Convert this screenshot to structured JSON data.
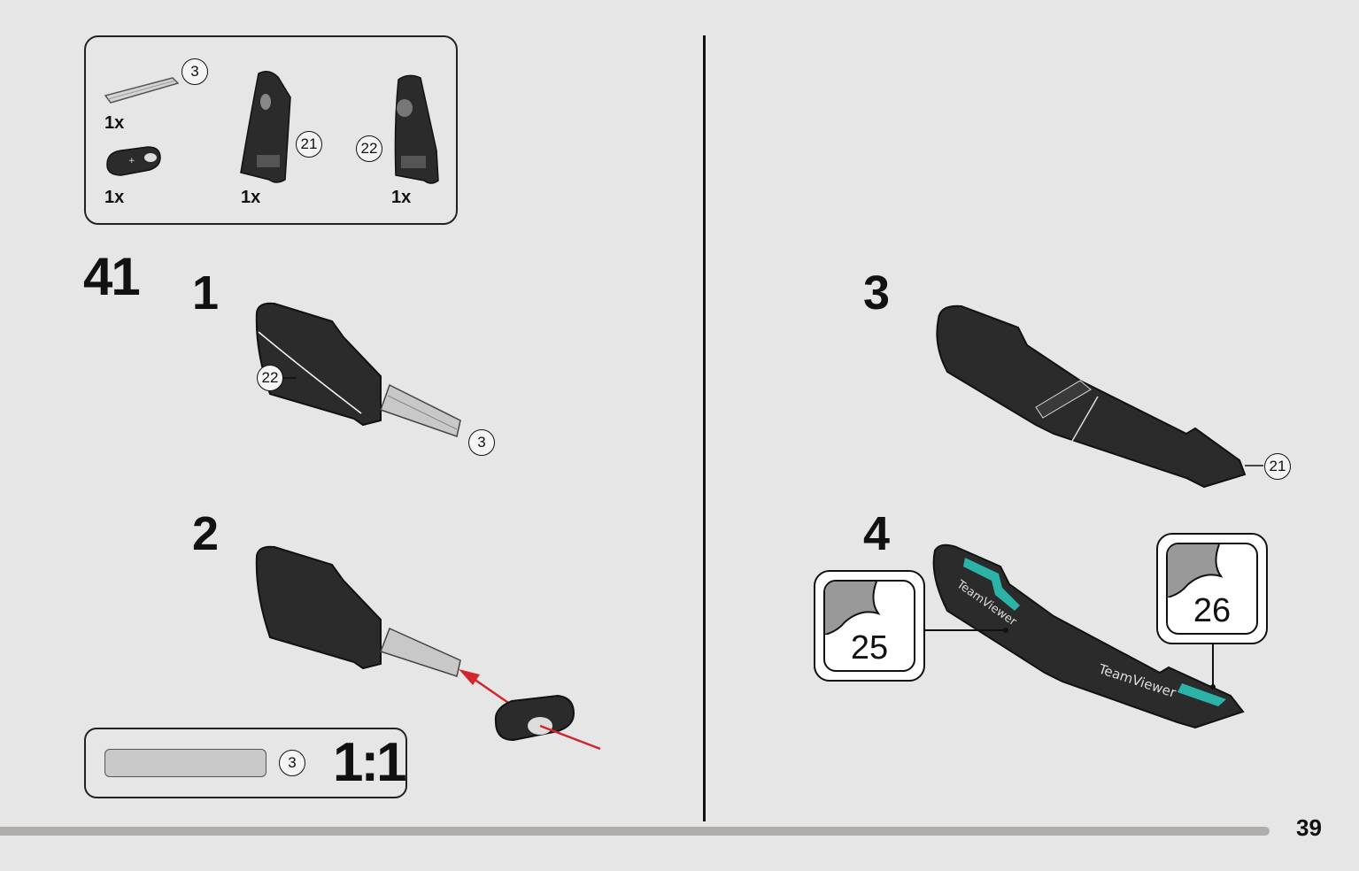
{
  "parts_list": {
    "items": [
      {
        "callout": "3",
        "quantity": "1x"
      },
      {
        "quantity": "1x"
      },
      {
        "callout": "21",
        "quantity": "1x"
      },
      {
        "callout": "22",
        "quantity": "1x"
      }
    ]
  },
  "step": {
    "number": "41",
    "substeps": [
      {
        "number": "1",
        "callouts": [
          "22",
          "3"
        ]
      },
      {
        "number": "2"
      },
      {
        "number": "3",
        "callouts": [
          "21"
        ]
      },
      {
        "number": "4",
        "stickers": [
          "25",
          "26"
        ]
      }
    ]
  },
  "scale_check": {
    "callout": "3",
    "ratio": "1:1"
  },
  "page_number": "39",
  "colors": {
    "background": "#e6e6e6",
    "part_black": "#2b2b2b",
    "teal": "#2bb3a8",
    "arrow_red": "#d0262c",
    "bar_gray": "#b0aeac"
  }
}
